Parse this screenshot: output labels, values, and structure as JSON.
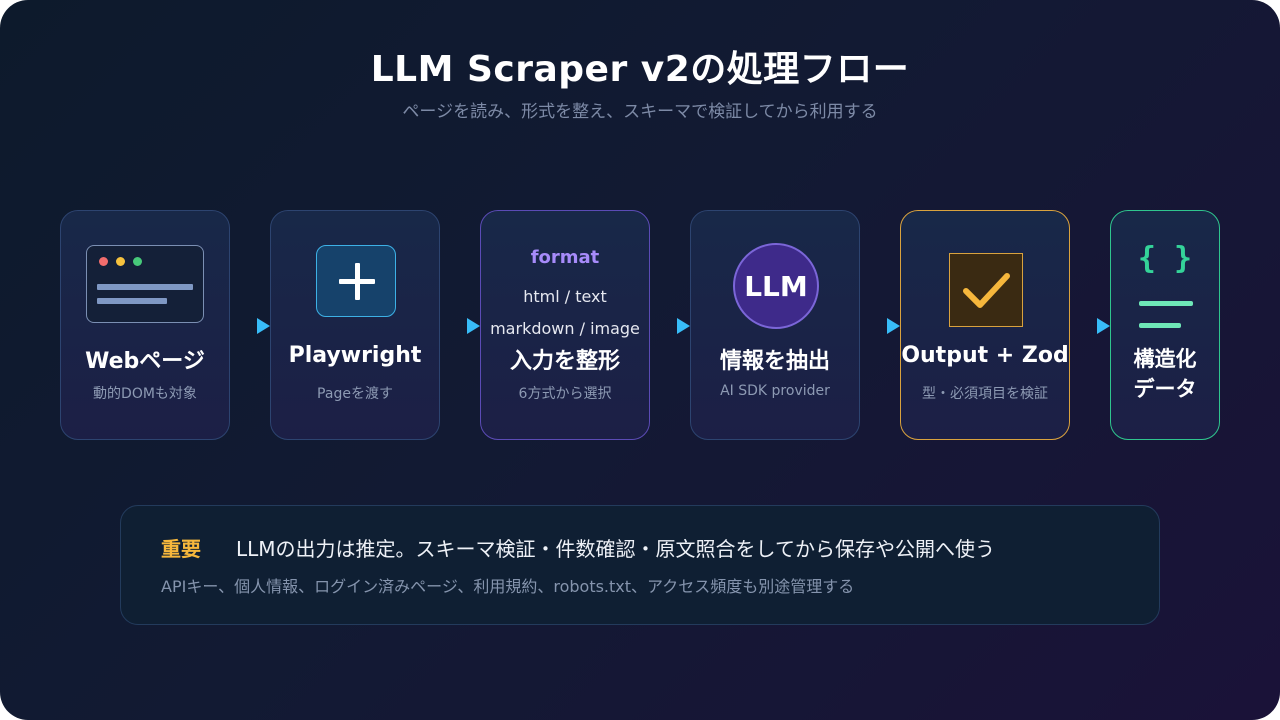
{
  "title": "LLM Scraper v2の処理フロー",
  "subtitle": "ページを読み、形式を整え、スキーマで検証してから利用する",
  "steps": [
    {
      "label": "Webページ",
      "sub": "動的DOMも対象"
    },
    {
      "label": "Playwright",
      "sub": "Pageを渡す"
    },
    {
      "label": "入力を整形",
      "sub": "6方式から選択",
      "format_title": "format",
      "format_lines": [
        "html / text",
        "markdown / image"
      ]
    },
    {
      "label": "情報を抽出",
      "sub": "AI SDK provider",
      "badge": "LLM"
    },
    {
      "label": "Output + Zod",
      "sub": "型・必須項目を検証"
    },
    {
      "label_line1": "構造化",
      "label_line2": "データ",
      "braces": "{ }"
    }
  ],
  "note": {
    "tag": "重要",
    "main": "LLMの出力は推定。スキーマ検証・件数確認・原文照合をしてから保存や公開へ使う",
    "sub": "APIキー、個人情報、ログイン済みページ、利用規約、robots.txt、アクセス頻度も別途管理する"
  },
  "colors": {
    "arrow": "#38bdf8",
    "format_accent": "#a78bfa",
    "zod_accent": "#d9a23e",
    "output_accent": "#34d399",
    "note_tag": "#f6b73c"
  },
  "icons": [
    "browser-window-icon",
    "plus-icon",
    "llm-badge-icon",
    "checkmark-icon",
    "braces-icon"
  ]
}
